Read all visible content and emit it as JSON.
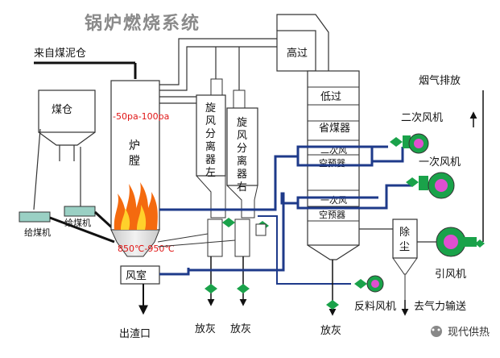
{
  "title": "锅炉燃烧系统",
  "labels": {
    "coal_from": "来自煤泥仓",
    "coal_bin": "煤仓",
    "pressure": "-50pa-100pa",
    "furnace": "炉膛",
    "temperature": "850℃-950℃",
    "feeder_left": "给煤机",
    "feeder_right": "给煤机",
    "windbox": "风室",
    "slag_outlet": "出渣口",
    "cyclone_left": "旋风分离器左",
    "cyclone_right": "旋风分离器右",
    "high_superheater": "高过",
    "low_superheater": "低过",
    "economizer": "省煤器",
    "secondary_preheater": "二次风空预器",
    "primary_preheater": "一次风空预器",
    "dust_collector": "除尘",
    "flue_exhaust": "烟气排放",
    "secondary_fan": "二次风机",
    "primary_fan": "一次风机",
    "induced_fan": "引风机",
    "return_fan": "反料风机",
    "pneumatic": "去气力输送",
    "ash1": "放灰",
    "ash2": "放灰",
    "ash3": "放灰",
    "watermark": "现代供热"
  },
  "colors": {
    "blue_duct": "#1e3a8a",
    "flame_orange": "#f46a0f",
    "flame_yellow": "#ffd12b",
    "fan_magenta": "#e04fd0",
    "fan_green": "#1aa24a",
    "valve_green": "#1aa24a",
    "feeder_teal": "#9ad0c4",
    "red_text": "#e01515"
  }
}
